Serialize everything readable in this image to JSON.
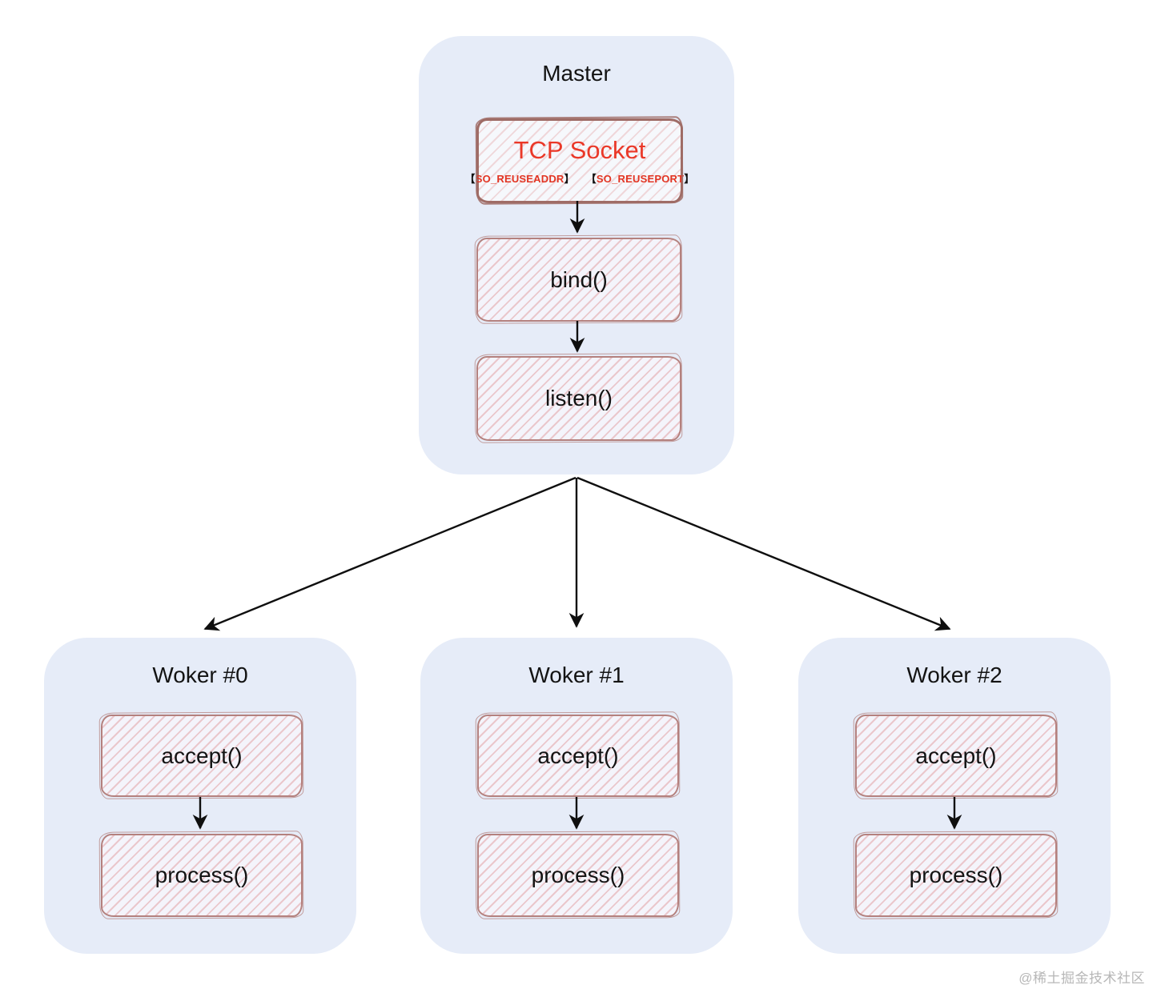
{
  "watermark": "@稀土掘金技术社区",
  "colors": {
    "canvas_bg": "#ffffff",
    "container_bg": "#e6ecf8",
    "box_border": "#b4817e",
    "tcp_border": "#9f6c66",
    "accent_red": "#ea3828",
    "tag_red": "#e23422",
    "arrow": "#0f0f0f",
    "text": "#131313",
    "watermark_gray": "#b7b7b7"
  },
  "master": {
    "title": "Master",
    "tcp": {
      "label": "TCP Socket",
      "tag1": {
        "open": "【",
        "text": "SO_REUSEADDR",
        "close": "】"
      },
      "tag2": {
        "open": "【",
        "text": "SO_REUSEPORT",
        "close": "】"
      }
    },
    "bind_label": "bind()",
    "listen_label": "listen()"
  },
  "workers": [
    {
      "title": "Woker #0",
      "accept_label": "accept()",
      "process_label": "process()"
    },
    {
      "title": "Woker #1",
      "accept_label": "accept()",
      "process_label": "process()"
    },
    {
      "title": "Woker #2",
      "accept_label": "accept()",
      "process_label": "process()"
    }
  ]
}
